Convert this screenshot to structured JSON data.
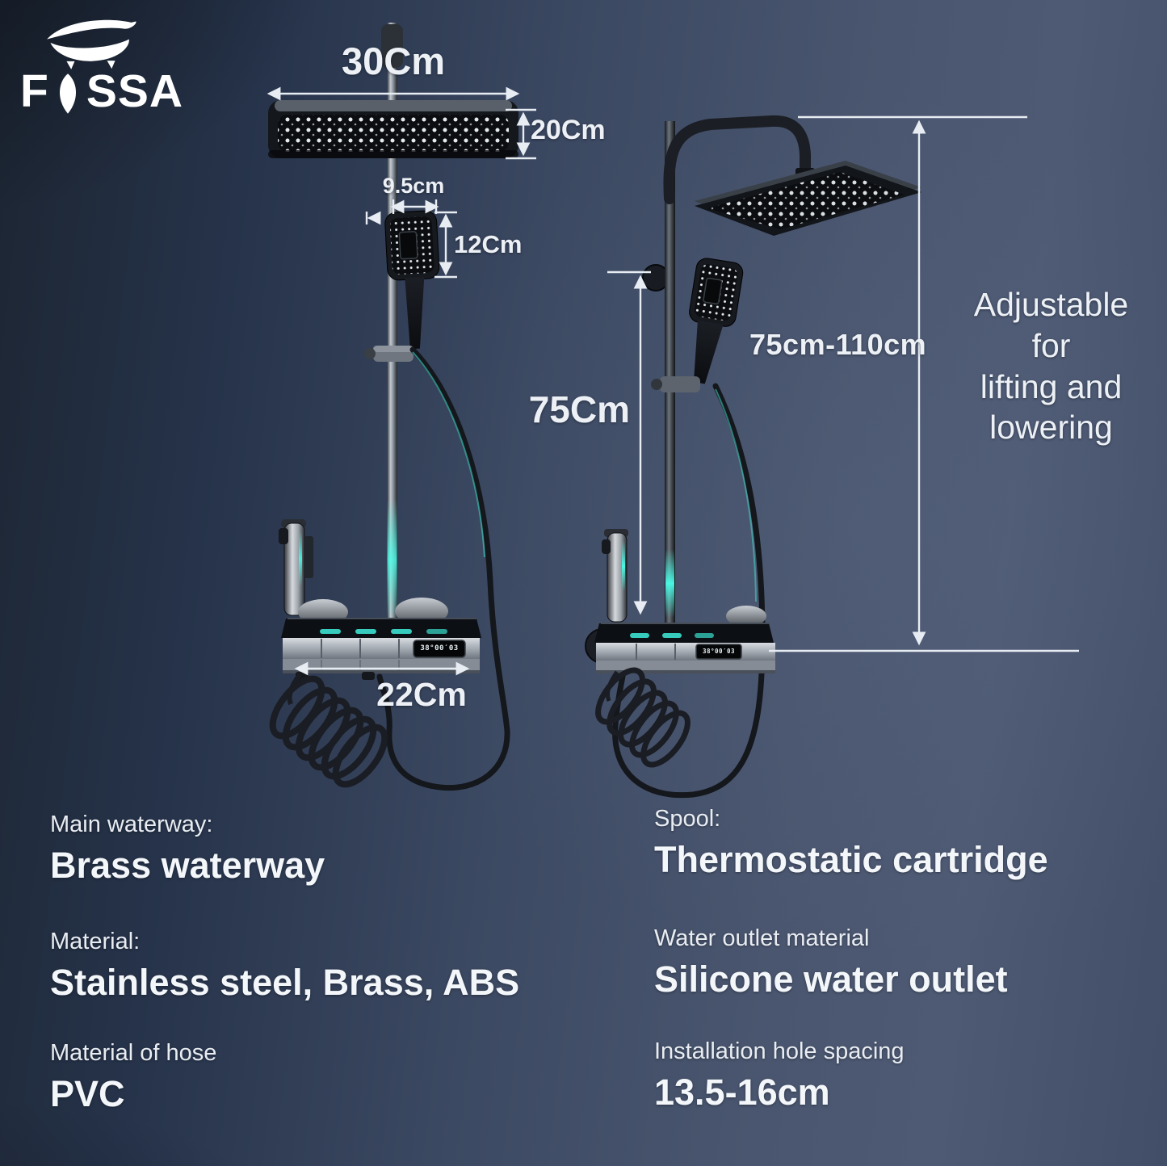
{
  "brand": {
    "logo_text_before": "F",
    "logo_text_after": "SSA"
  },
  "product_annotations": {
    "head_width": "30Cm",
    "head_depth": "20Cm",
    "hand_shower_width": "9.5cm",
    "hand_shower_height": "12Cm",
    "pole_height": "75Cm",
    "valve_width": "22Cm",
    "lift_range": "75cm-110cm",
    "adjustable_note": "Adjustable\nfor\nlifting and\nlowering",
    "display_readout": "38°00′03"
  },
  "specs_left": [
    {
      "label": "Main waterway:",
      "value": "Brass waterway"
    },
    {
      "label": "Material:",
      "value": "Stainless steel, Brass, ABS"
    },
    {
      "label": "Material of hose",
      "value": "PVC"
    }
  ],
  "specs_right": [
    {
      "label": "Spool:",
      "value": "Thermostatic cartridge"
    },
    {
      "label": "Water outlet material",
      "value": "Silicone water outlet"
    },
    {
      "label": "Installation hole spacing",
      "value": "13.5-16cm"
    }
  ],
  "colors": {
    "background_dark": "#1e2736",
    "background_light": "#4d5973",
    "accent_teal": "#3be0cf",
    "text": "#eef2f6"
  }
}
